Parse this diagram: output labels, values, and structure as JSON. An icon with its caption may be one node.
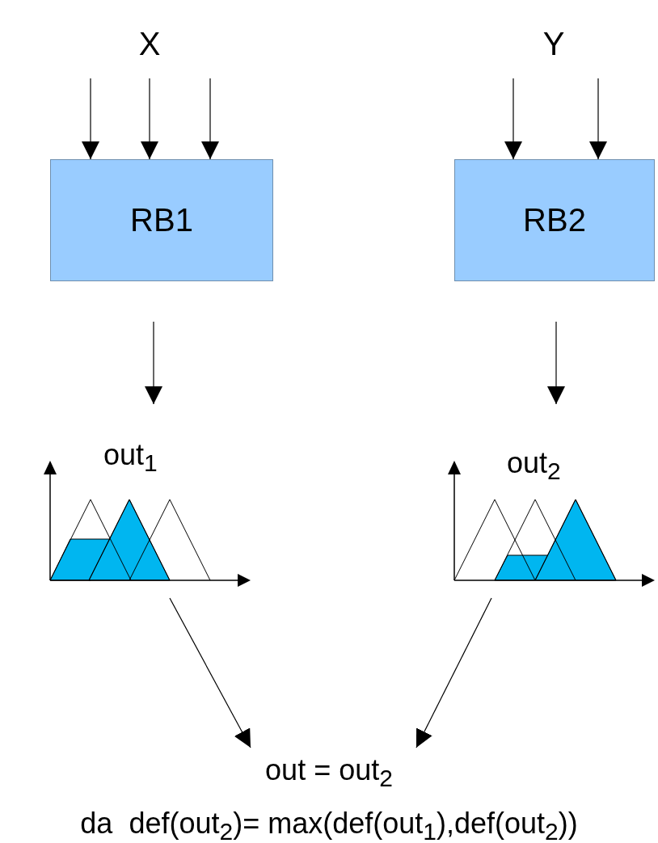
{
  "diagram": {
    "nodes": [
      {
        "text": [
          "X"
        ]
      },
      {
        "text": [
          "RB1"
        ]
      },
      {
        "text": [
          "Y"
        ]
      },
      {
        "text": [
          "RB2"
        ]
      },
      {
        "text": [
          "out$_{1}$"
        ]
      },
      {
        "text": [
          "out$_{2}$"
        ]
      },
      {
        "text": [
          "out = out$_{2}$",
          "da  def(out$_{2}$)= max(def(out$_{1}$),def(out$_{2}$))"
        ]
      }
    ],
    "edges": [
      {
        "from": 0,
        "to": 1,
        "arrow": "to"
      },
      {
        "from": 0,
        "to": 1,
        "arrow": "to"
      },
      {
        "from": 0,
        "to": 1,
        "arrow": "to"
      },
      {
        "from": 2,
        "to": 3,
        "arrow": "to"
      },
      {
        "from": 2,
        "to": 3,
        "arrow": "to"
      },
      {
        "from": 1,
        "to": 4,
        "arrow": "to"
      },
      {
        "from": 3,
        "to": 5,
        "arrow": "to"
      },
      {
        "from": 4,
        "to": 6,
        "arrow": "to"
      },
      {
        "from": 5,
        "to": 6,
        "arrow": "to"
      }
    ]
  }
}
